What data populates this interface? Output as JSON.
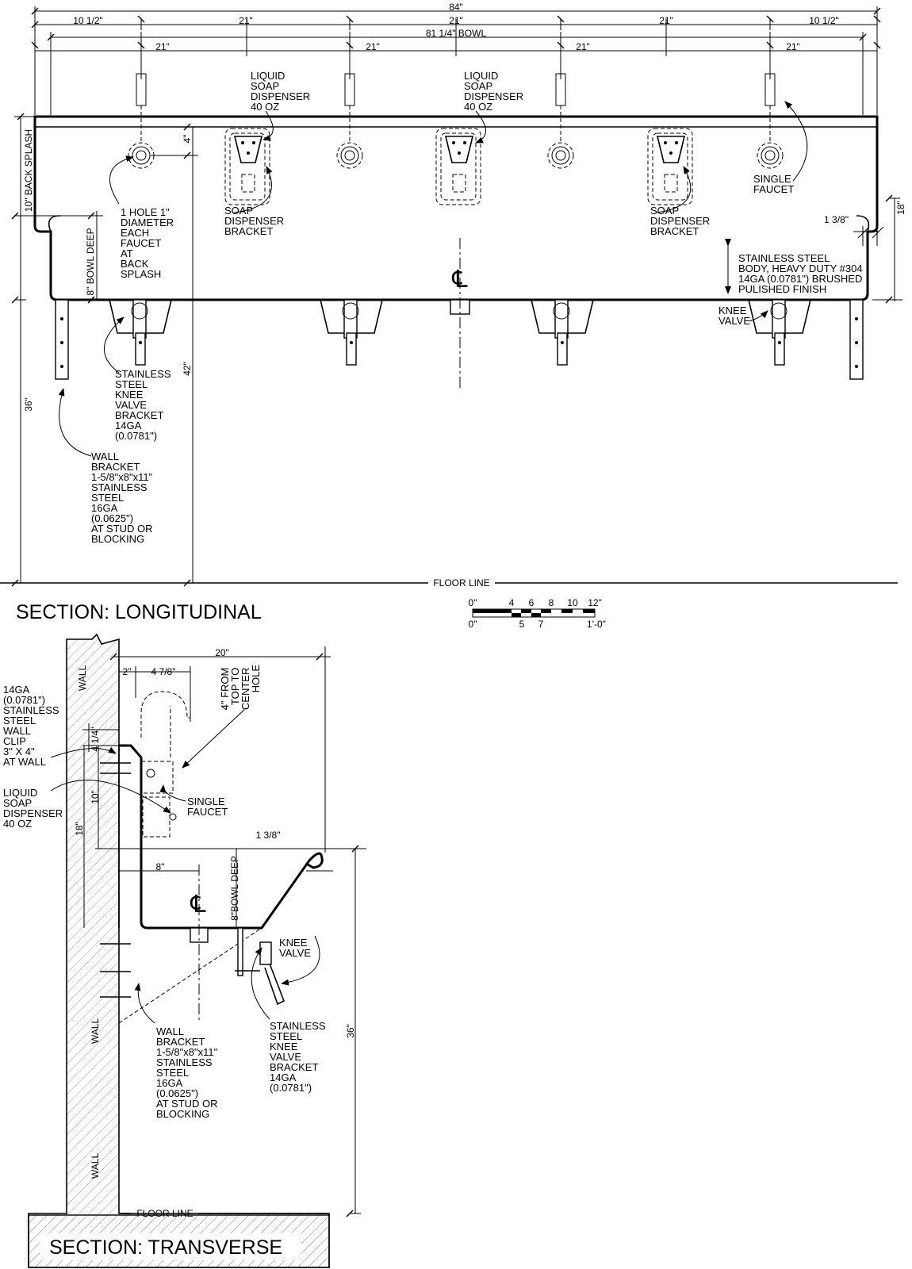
{
  "longitudinal": {
    "title": "SECTION: LONGITUDINAL",
    "dims": {
      "overall": "84\"",
      "top_row": [
        "10 1/2\"",
        "21\"",
        "21\"",
        "21\"",
        "10 1/2\""
      ],
      "bowl": "81 1/4\" BOWL",
      "faucet_row": [
        "21\"",
        "21\"",
        "21\"",
        "21\""
      ],
      "back_splash": "10\" BACK SPLASH",
      "bowl_deep": "8\" BOWL DEEP",
      "four_in": "4\"",
      "eighteen": "18\"",
      "one_3_8": "1 3/8\"",
      "thirty_six": "36\"",
      "forty_two": "42\""
    },
    "labels": {
      "soap_disp_1": [
        "LIQUID",
        "SOAP",
        "DISPENSER",
        "40 OZ"
      ],
      "soap_disp_2": [
        "LIQUID",
        "SOAP",
        "DISPENSER",
        "40 OZ"
      ],
      "hole": [
        "1 HOLE 1\"",
        "DIAMETER",
        "EACH",
        "FAUCET",
        "AT",
        "BACK",
        "SPLASH"
      ],
      "soap_bracket_1": [
        "SOAP",
        "DISPENSER",
        "BRACKET"
      ],
      "soap_bracket_2": [
        "SOAP",
        "DISPENSER",
        "BRACKET"
      ],
      "single_faucet": [
        "SINGLE",
        "FAUCET"
      ],
      "body": [
        "STAINLESS STEEL",
        "BODY, HEAVY DUTY #304",
        "14GA (0.0781\") BRUSHED",
        "PULISHED FINISH"
      ],
      "knee_valve": [
        "KNEE",
        "VALVE"
      ],
      "knee_bracket": [
        "STAINLESS",
        "STEEL",
        "KNEE",
        "VALVE",
        "BRACKET",
        "14GA",
        "(0.0781\")"
      ],
      "wall_bracket": [
        "WALL",
        "BRACKET",
        "1-5/8\"x8\"x11\"",
        "STAINLESS",
        "STEEL",
        "16GA",
        "(0.0625\")",
        "AT STUD OR",
        "BLOCKING"
      ],
      "floor_line": "FLOOR LINE",
      "centerline": "℄"
    }
  },
  "scale": {
    "top": [
      "0\"",
      "4",
      "6",
      "8",
      "10",
      "12\""
    ],
    "bottom": [
      "0\"",
      "5",
      "7",
      "1'-0\""
    ]
  },
  "transverse": {
    "title": "SECTION: TRANSVERSE",
    "wall": "WALL",
    "dims": {
      "twenty": "20\"",
      "two": "2\"",
      "four_7_8": "4 7/8\"",
      "four_1_4": "4 1/4\"",
      "ten": "10\"",
      "eighteen": "18\"",
      "eight": "8\"",
      "one_3_8": "1 3/8\"",
      "bowl_deep": "8\"BOWL DEEP",
      "thirty_six": "36\""
    },
    "labels": {
      "from_top": [
        "4\" FROM",
        "TOP TO",
        "CENTER",
        "HOLE"
      ],
      "wall_clip": [
        "14GA",
        "(0.0781\")",
        "STAINLESS",
        "STEEL",
        "WALL",
        "CLIP",
        "3\" X 4\"",
        "AT WALL"
      ],
      "soap_disp": [
        "LIQUID",
        "SOAP",
        "DISPENSER",
        "40 OZ"
      ],
      "single_faucet": [
        "SINGLE",
        "FAUCET"
      ],
      "knee_valve": [
        "KNEE",
        "VALVE"
      ],
      "knee_bracket": [
        "STAINLESS",
        "STEEL",
        "KNEE",
        "VALVE",
        "BRACKET",
        "14GA",
        "(0.0781\")"
      ],
      "wall_bracket": [
        "WALL",
        "BRACKET",
        "1-5/8\"x8\"x11\"",
        "STAINLESS",
        "STEEL",
        "16GA",
        "(0.0625\")",
        "AT STUD OR",
        "BLOCKING"
      ],
      "floor_line": "FLOOR LINE",
      "centerline": "℄"
    }
  }
}
